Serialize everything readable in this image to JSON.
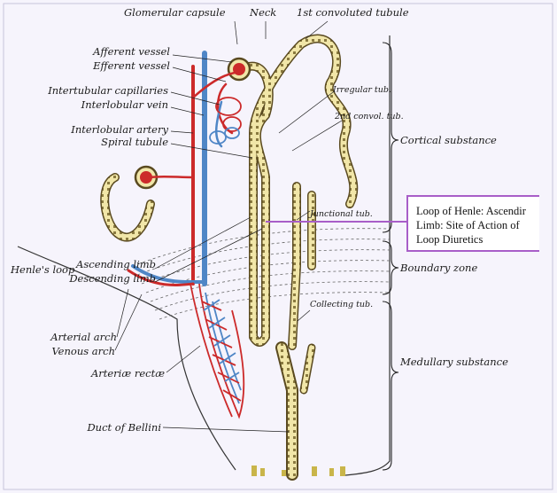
{
  "labels": {
    "glomerular_capsule": "Glomerular capsule",
    "neck": "Neck",
    "first_convoluted": "1st convoluted tubule",
    "afferent": "Afferent vessel",
    "efferent": "Efferent vessel",
    "intertubular": "Intertubular capillaries",
    "interlobular_vein": "Interlobular vein",
    "interlobular_artery": "Interlobular artery",
    "spiral_tubule": "Spiral tubule",
    "irregular_tub": "Irregular tub.",
    "second_convol": "2nd convol. tub.",
    "cortical": "Cortical substance",
    "junctional": "Junctional tub.",
    "henles_loop": "Henle's loop",
    "ascending_limb": "Ascending limb",
    "descending_limb": "Descending limb",
    "boundary_zone": "Boundary zone",
    "collecting_tub": "Collecting tub.",
    "arterial_arch": "Arterial arch",
    "venous_arch": "Venous arch",
    "arteriae_rectae": "Arteriæ rectæ",
    "medullary": "Medullary substance",
    "duct_bellini": "Duct of Bellini"
  },
  "callout": {
    "line1": "Loop of Henle: Ascendir",
    "line2": "Limb: Site of Action of",
    "line3": "Loop Diuretics"
  },
  "colors": {
    "background": "#f6f4fc",
    "tubule_fill": "#f1e6a8",
    "tubule_outline": "#5a4a20",
    "artery_red": "#cc2a2a",
    "vein_blue": "#4f86c6",
    "callout_border": "#a85ec8"
  }
}
